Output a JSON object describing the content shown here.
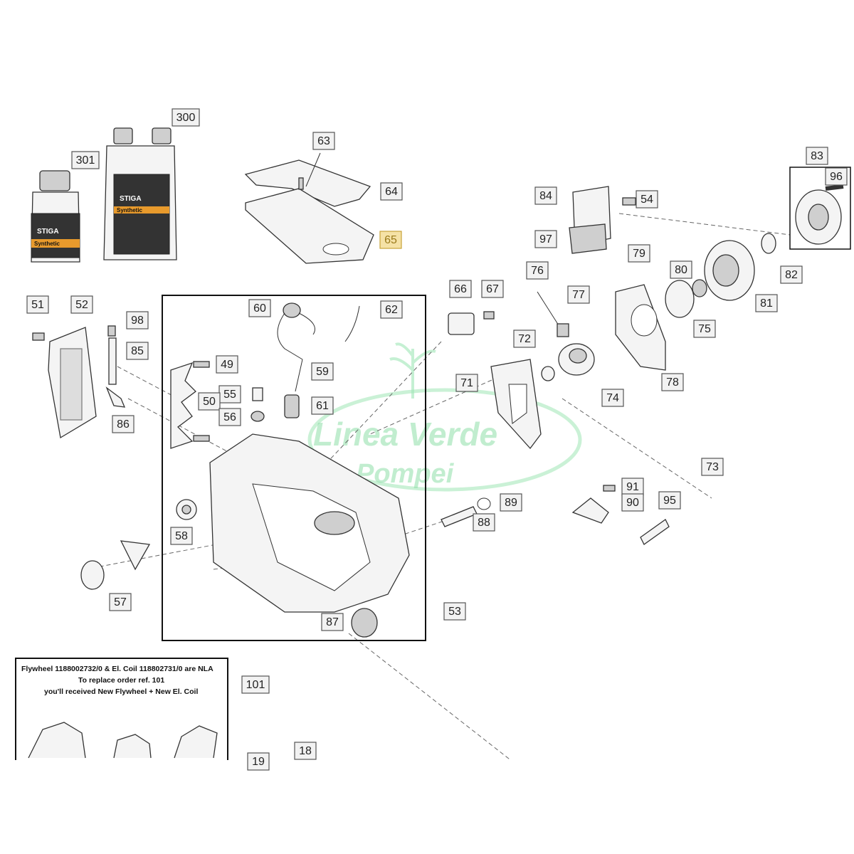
{
  "diagram": {
    "labels": [
      {
        "id": "300",
        "text": "300"
      },
      {
        "id": "301",
        "text": "301"
      },
      {
        "id": "63",
        "text": "63"
      },
      {
        "id": "64",
        "text": "64"
      },
      {
        "id": "65",
        "text": "65"
      },
      {
        "id": "84",
        "text": "84"
      },
      {
        "id": "54",
        "text": "54"
      },
      {
        "id": "97",
        "text": "97"
      },
      {
        "id": "83",
        "text": "83"
      },
      {
        "id": "96",
        "text": "96"
      },
      {
        "id": "82",
        "text": "82"
      },
      {
        "id": "79",
        "text": "79"
      },
      {
        "id": "80",
        "text": "80"
      },
      {
        "id": "76",
        "text": "76"
      },
      {
        "id": "77",
        "text": "77"
      },
      {
        "id": "75",
        "text": "75"
      },
      {
        "id": "81",
        "text": "81"
      },
      {
        "id": "66",
        "text": "66"
      },
      {
        "id": "67",
        "text": "67"
      },
      {
        "id": "72",
        "text": "72"
      },
      {
        "id": "71",
        "text": "71"
      },
      {
        "id": "74",
        "text": "74"
      },
      {
        "id": "78",
        "text": "78"
      },
      {
        "id": "51",
        "text": "51"
      },
      {
        "id": "52",
        "text": "52"
      },
      {
        "id": "98",
        "text": "98"
      },
      {
        "id": "85",
        "text": "85"
      },
      {
        "id": "86",
        "text": "86"
      },
      {
        "id": "60",
        "text": "60"
      },
      {
        "id": "62",
        "text": "62"
      },
      {
        "id": "49",
        "text": "49"
      },
      {
        "id": "59",
        "text": "59"
      },
      {
        "id": "55",
        "text": "55"
      },
      {
        "id": "50",
        "text": "50"
      },
      {
        "id": "61",
        "text": "61"
      },
      {
        "id": "56",
        "text": "56"
      },
      {
        "id": "58",
        "text": "58"
      },
      {
        "id": "57",
        "text": "57"
      },
      {
        "id": "87",
        "text": "87"
      },
      {
        "id": "53",
        "text": "53"
      },
      {
        "id": "89",
        "text": "89"
      },
      {
        "id": "88",
        "text": "88"
      },
      {
        "id": "73",
        "text": "73"
      },
      {
        "id": "91",
        "text": "91"
      },
      {
        "id": "90",
        "text": "90"
      },
      {
        "id": "95",
        "text": "95"
      },
      {
        "id": "101",
        "text": "101"
      },
      {
        "id": "18",
        "text": "18"
      },
      {
        "id": "19",
        "text": "19"
      }
    ],
    "highlighted_label": "65"
  },
  "note": {
    "line1": "Flywheel 1188002732/0 & El. Coil 118802731/0 are NLA",
    "line2": "To replace order ref. 101",
    "line3": "you'll received New Flywheel + New El. Coil"
  },
  "bottles": {
    "brand": "STIGA",
    "big_label": "Synthetic",
    "small_label": "Synthetic"
  },
  "watermark": {
    "line1": "Linea Verde",
    "line2": "Pompei",
    "color": "#8fe0a8"
  }
}
